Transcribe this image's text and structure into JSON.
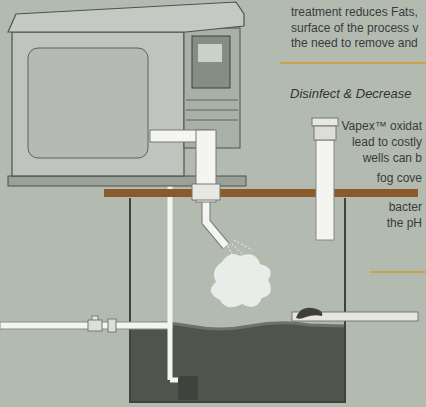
{
  "diagram": {
    "labels": [
      "treatment reduces Fats,",
      "surface of the process v",
      "the need to remove and",
      "Disinfect & Decrease",
      "Vapex™ oxidat",
      "lead to costly",
      "wells can b",
      "fog cove",
      "bacter",
      "the pH"
    ]
  }
}
